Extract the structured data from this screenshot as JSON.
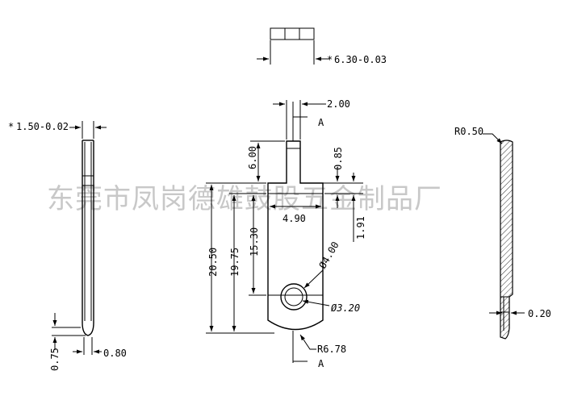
{
  "watermark": "东莞市凤岗德雄鼓股五金制品厂",
  "dimensions": {
    "thickness_top": "6.30-0.03",
    "side_thickness": "1.50-0.02",
    "tab_width": "2.00",
    "section_a_top": "A",
    "section_a_bottom": "A",
    "tab_length": "6.00",
    "shoulder": "0.85",
    "neck_width": "4.90",
    "step": "1.91",
    "total_length": "20.50",
    "body_length": "19.75",
    "hole_position": "15.30",
    "hole_outer": "Ø4.00",
    "hole_inner": "Ø3.20",
    "end_radius": "R6.78",
    "tip_length": "0.75",
    "tip_width": "0.80",
    "edge_radius": "R0.50",
    "edge_step": "0.20"
  }
}
